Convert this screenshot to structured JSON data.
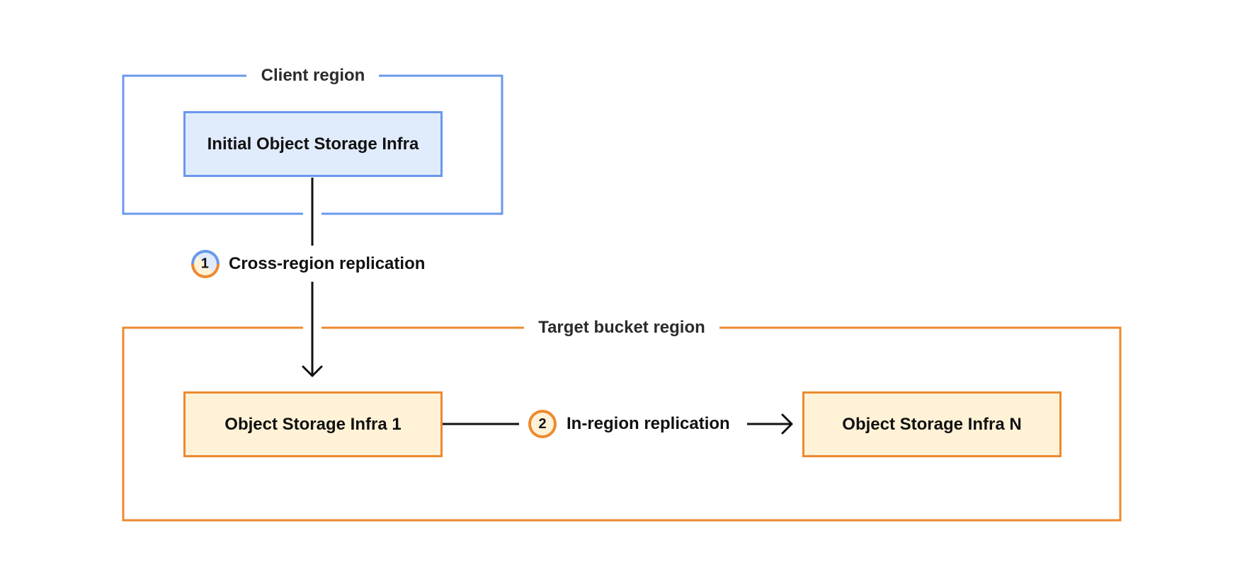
{
  "regions": {
    "client": {
      "label": "Client region"
    },
    "target": {
      "label": "Target bucket region"
    }
  },
  "nodes": {
    "initial": {
      "label": "Initial Object Storage Infra"
    },
    "infra1": {
      "label": "Object Storage Infra 1"
    },
    "infraN": {
      "label": "Object Storage Infra N"
    }
  },
  "steps": [
    {
      "number": "1",
      "label": "Cross-region replication"
    },
    {
      "number": "2",
      "label": "In-region replication"
    }
  ],
  "colors": {
    "blue_stroke": "#6a98ec",
    "blue_fill": "#e0ebfc",
    "orange_stroke": "#ec8a2f",
    "orange_fill": "#fff2d6",
    "arrow": "#111111"
  }
}
